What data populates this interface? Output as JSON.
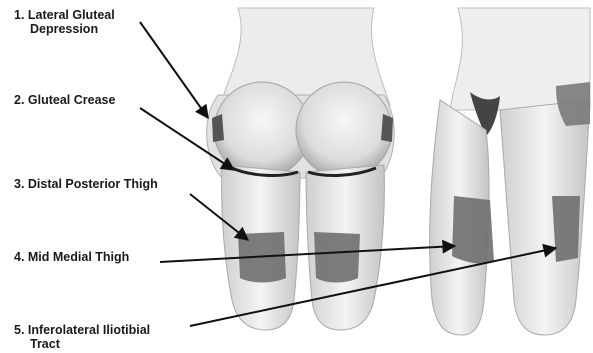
{
  "labels": [
    {
      "lines": [
        "1. Lateral Gluteal",
        "Depression"
      ]
    },
    {
      "lines": [
        "2. Gluteal Crease"
      ]
    },
    {
      "lines": [
        "3. Distal Posterior Thigh"
      ]
    },
    {
      "lines": [
        "4. Mid Medial Thigh"
      ]
    },
    {
      "lines": [
        "5. Inferolateral Iliotibial",
        "Tract"
      ]
    }
  ],
  "colors": {
    "skin_light": "#f2f2f2",
    "skin_mid": "#cfcfcf",
    "skin_shadow": "#9a9a9a",
    "region_fill": "#6f6f6f",
    "line": "#111111"
  }
}
